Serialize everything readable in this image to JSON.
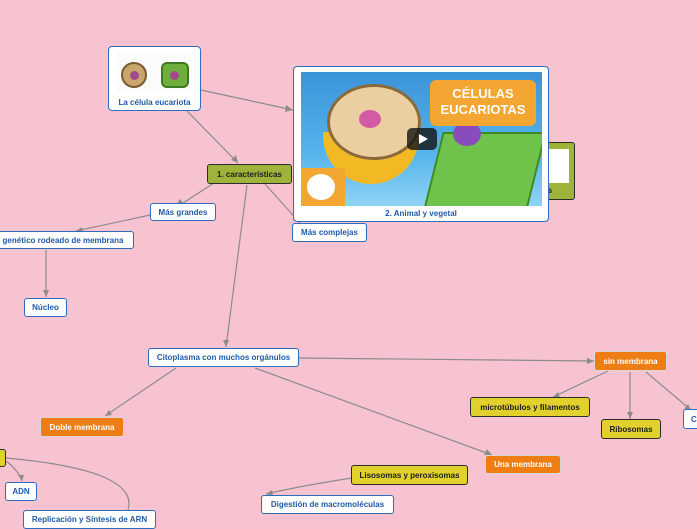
{
  "nodes": {
    "main_image_caption": "La célula eucariota",
    "video_caption": "2. Animal y vegetal",
    "video_banner": "CÉLULAS EUCARIOTAS",
    "characteristics": "1. características",
    "partial_image_caption": "las",
    "bigger": "Más grandes",
    "more_complex": "Más complejas",
    "genetic_material": "genético rodeado de membrana",
    "nucleus": "Núcleo",
    "cytoplasm": "Citoplasma con muchos orgánulos",
    "no_membrane": "sin membrana",
    "double_membrane": "Doble membrana",
    "microtubules": "microtúbulos y filamentos",
    "ribosomes": "Ribosomas",
    "partial_right": "Ce",
    "one_membrane": "Una membrana",
    "lysosomes": "Lisosomas y peroxisomas",
    "digestion": "Digestión de macromoléculas",
    "dna": "ADN",
    "replication": "Replicación y Síntesis de ARN"
  },
  "colors": {
    "background": "#f7c3d0",
    "white_node_border": "#2d6cc0",
    "green_node": "#9eb33a",
    "orange_node": "#ee7d14",
    "yellow_node": "#e2d12c",
    "link": "#8c8c8c"
  },
  "icons": [
    "play-icon"
  ]
}
